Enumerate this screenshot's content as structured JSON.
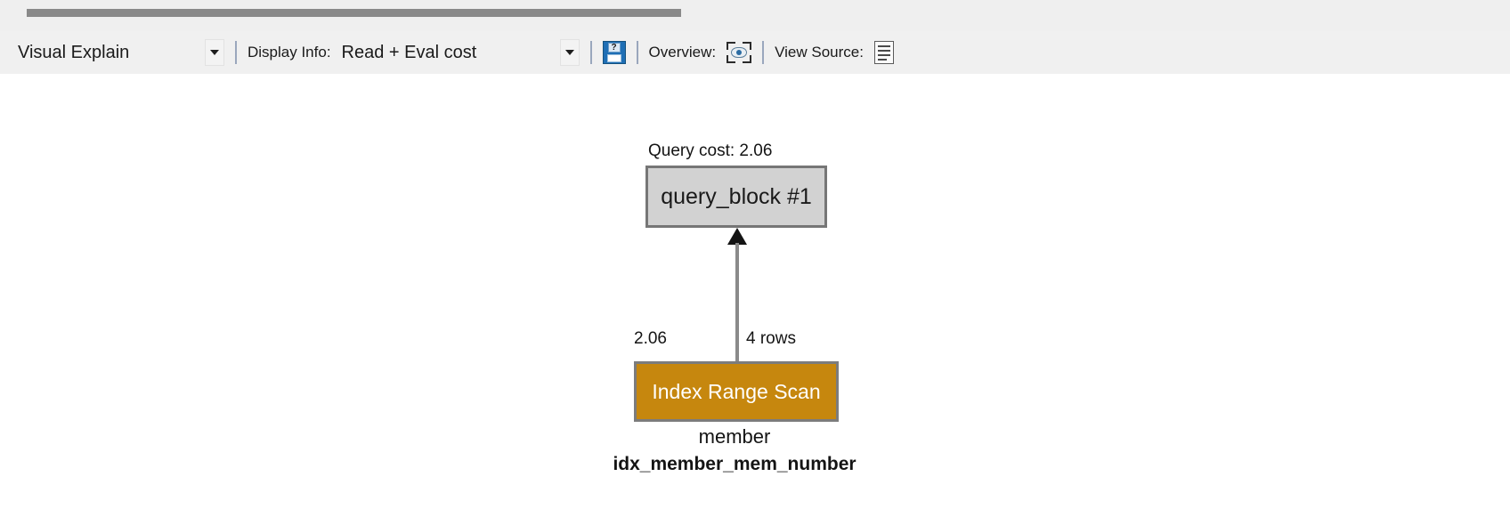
{
  "toolbar": {
    "mode_select": {
      "value": "Visual Explain",
      "caret_icon": "chevron-down-icon"
    },
    "display_info": {
      "label": "Display Info:",
      "value": "Read + Eval cost",
      "caret_icon": "chevron-down-icon"
    },
    "save_icon": {
      "name": "save-query-icon",
      "glyph": "?"
    },
    "overview": {
      "label": "Overview:",
      "icon": "eye-overview-icon"
    },
    "view_source": {
      "label": "View Source:",
      "icon": "document-lines-icon"
    }
  },
  "diagram": {
    "query_cost_label": "Query cost: 2.06",
    "query_block": {
      "title": "query_block #1"
    },
    "edge": {
      "cost": "2.06",
      "rows": "4 rows"
    },
    "index_scan": {
      "title": "Index Range Scan",
      "table": "member",
      "index": "idx_member_mem_number"
    }
  },
  "colors": {
    "toolbar_bg": "#f0f0f0",
    "canvas_bg": "#ffffff",
    "query_block_fill": "#d2d2d2",
    "query_block_border": "#767676",
    "index_scan_fill": "#c6870e",
    "index_scan_border": "#7c7c7c",
    "scrollbar_thumb": "#898989",
    "separator": "#9aa7bd"
  }
}
